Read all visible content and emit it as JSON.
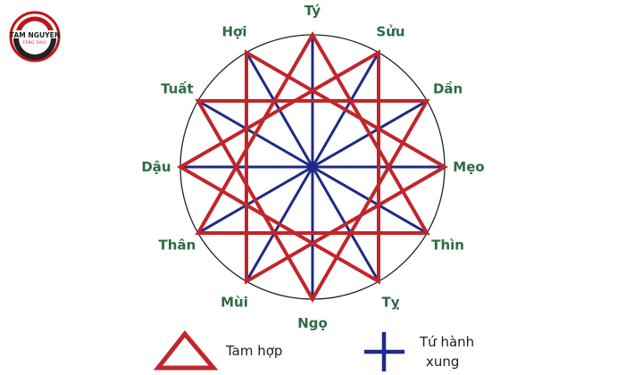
{
  "logo": {
    "brand": "TAM NGUYEN",
    "tagline": "FENG SHUI",
    "colors": {
      "ring": "#c0141c",
      "accent": "#222222"
    }
  },
  "branches": [
    "Tý",
    "Sửu",
    "Dần",
    "Mẹo",
    "Thìn",
    "Tỵ",
    "Ngọ",
    "Mùi",
    "Thân",
    "Dậu",
    "Tuất",
    "Hợi"
  ],
  "relations": {
    "tam_hop": [
      [
        0,
        4,
        8
      ],
      [
        1,
        5,
        9
      ],
      [
        2,
        6,
        10
      ],
      [
        3,
        7,
        11
      ]
    ],
    "tu_hanh_xung": [
      [
        0,
        3,
        6,
        9
      ],
      [
        1,
        4,
        7,
        10
      ],
      [
        2,
        5,
        8,
        11
      ]
    ]
  },
  "colors": {
    "tam_hop": "#c0262b",
    "tu_hanh_xung": "#1f2a85",
    "circle": "#222222",
    "label": "#2e6b45"
  },
  "legend": {
    "tam_hop_label": "Tam hợp",
    "tu_hanh_xung_label_line1": "Tứ hành",
    "tu_hanh_xung_label_line2": "xung"
  }
}
